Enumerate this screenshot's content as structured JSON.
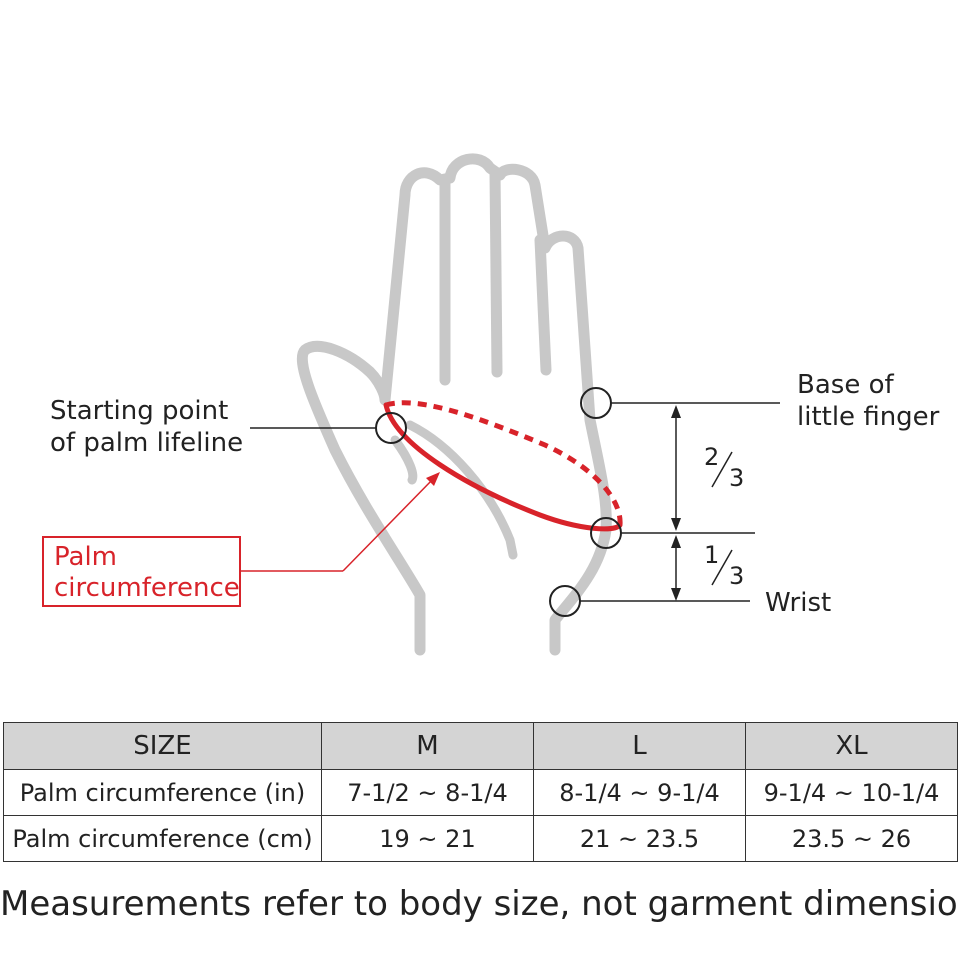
{
  "diagram": {
    "labels": {
      "start_point": [
        "Starting point",
        "of palm lifeline"
      ],
      "palm_circ": [
        "Palm",
        "circumference"
      ],
      "base_little": [
        "Base of",
        "little finger"
      ],
      "wrist": "Wrist",
      "frac_upper": {
        "num": "2",
        "den": "3"
      },
      "frac_lower": {
        "num": "1",
        "den": "3"
      }
    },
    "colors": {
      "hand_outline": "#c8c8c8",
      "measure_line": "#d8232a",
      "guide_line": "#222222"
    }
  },
  "table": {
    "headers": [
      "SIZE",
      "M",
      "L",
      "XL"
    ],
    "rows": [
      [
        "Palm circumference (in)",
        "7-1/2 ~ 8-1/4",
        "8-1/4 ~ 9-1/4",
        "9-1/4 ~ 10-1/4"
      ],
      [
        "Palm circumference (cm)",
        "19 ~ 21",
        "21 ~ 23.5",
        "23.5 ~ 26"
      ]
    ],
    "header_bg": "#d4d4d4"
  },
  "note": "Measurements refer to body size, not garment dimensions."
}
